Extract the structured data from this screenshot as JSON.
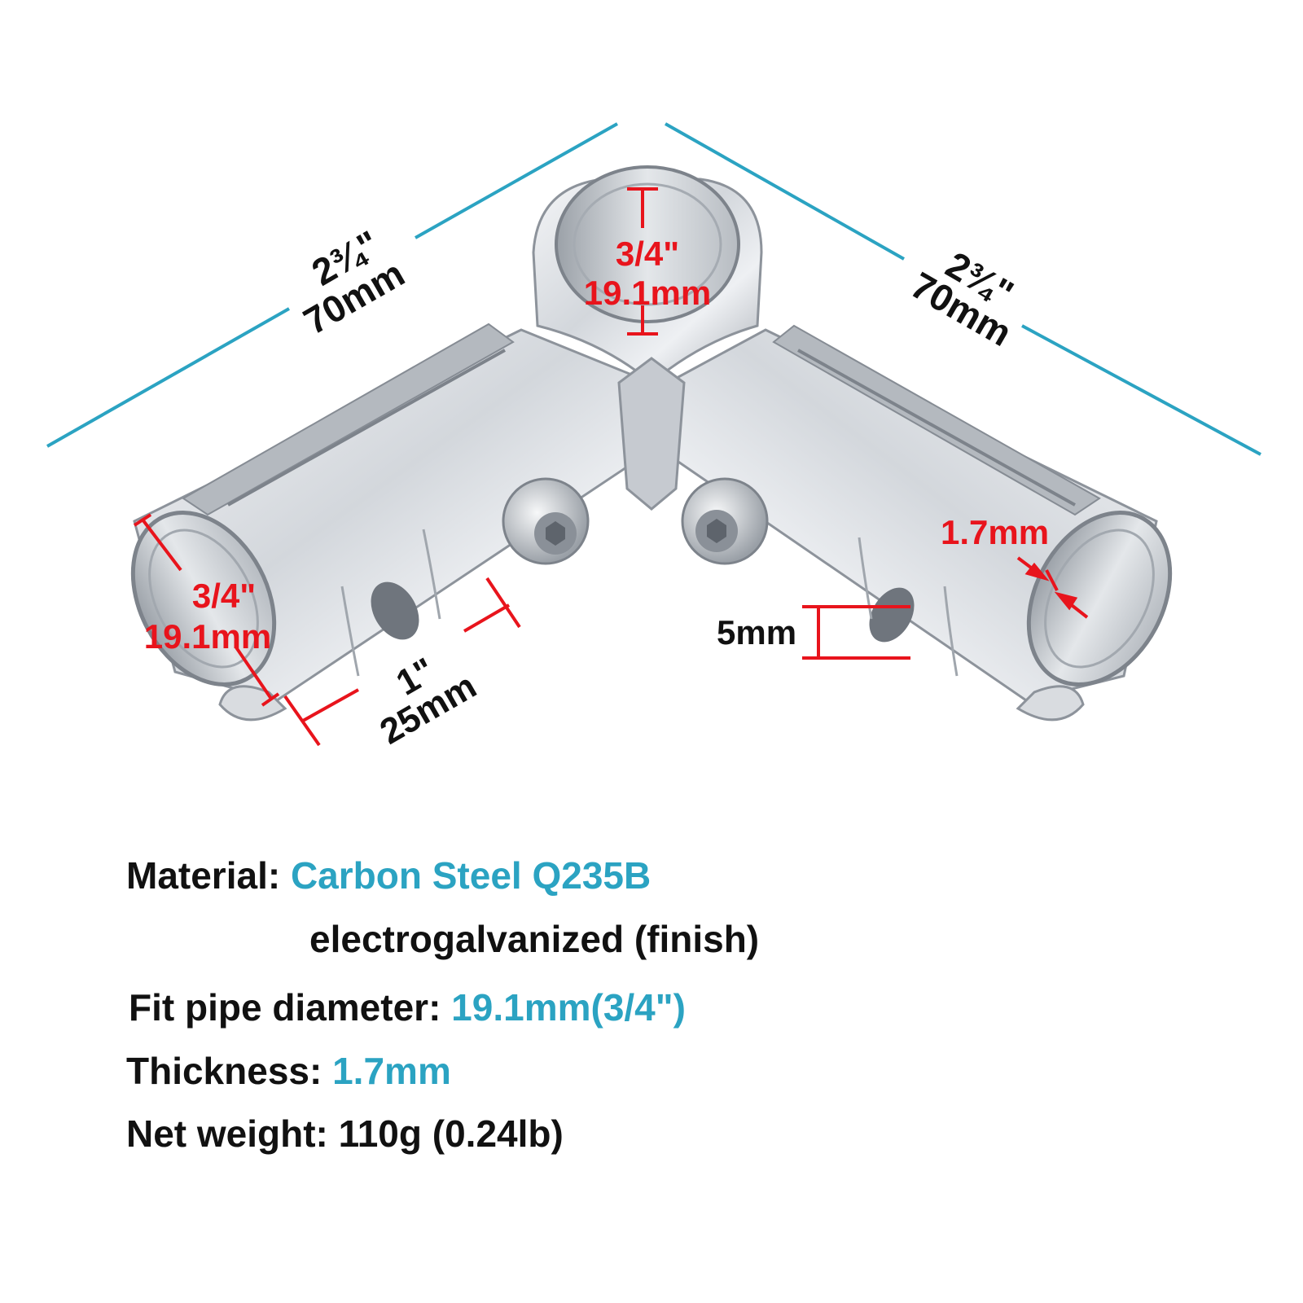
{
  "dimensions": {
    "left_length": {
      "fraction": "2¾\"",
      "mm": "70mm"
    },
    "right_length": {
      "fraction": "2¾\"",
      "mm": "70mm"
    },
    "top_diameter": {
      "inch": "3/4\"",
      "mm": "19.1mm"
    },
    "left_diameter": {
      "inch": "3/4\"",
      "mm": "19.1mm"
    },
    "insert_depth": {
      "inch": "1\"",
      "mm": "25mm"
    },
    "slot_gap": "5mm",
    "wall_thickness": "1.7mm"
  },
  "specs": {
    "material_label": "Material:",
    "material_value": "Carbon Steel Q235B",
    "finish": "electrogalvanized (finish)",
    "diameter_label": "Fit pipe diameter:",
    "diameter_value": "19.1mm(3/4\")",
    "thickness_label": "Thickness:",
    "thickness_value": "1.7mm",
    "weight_label": "Net weight:",
    "weight_value": "110g (0.24lb)"
  },
  "colors": {
    "accent": "#2ba3c2",
    "dimension_red": "#e8141c",
    "text": "#111111",
    "metal_light": "#eef0f3",
    "metal_mid": "#c4c8ce",
    "metal_dark": "#8d939b"
  }
}
